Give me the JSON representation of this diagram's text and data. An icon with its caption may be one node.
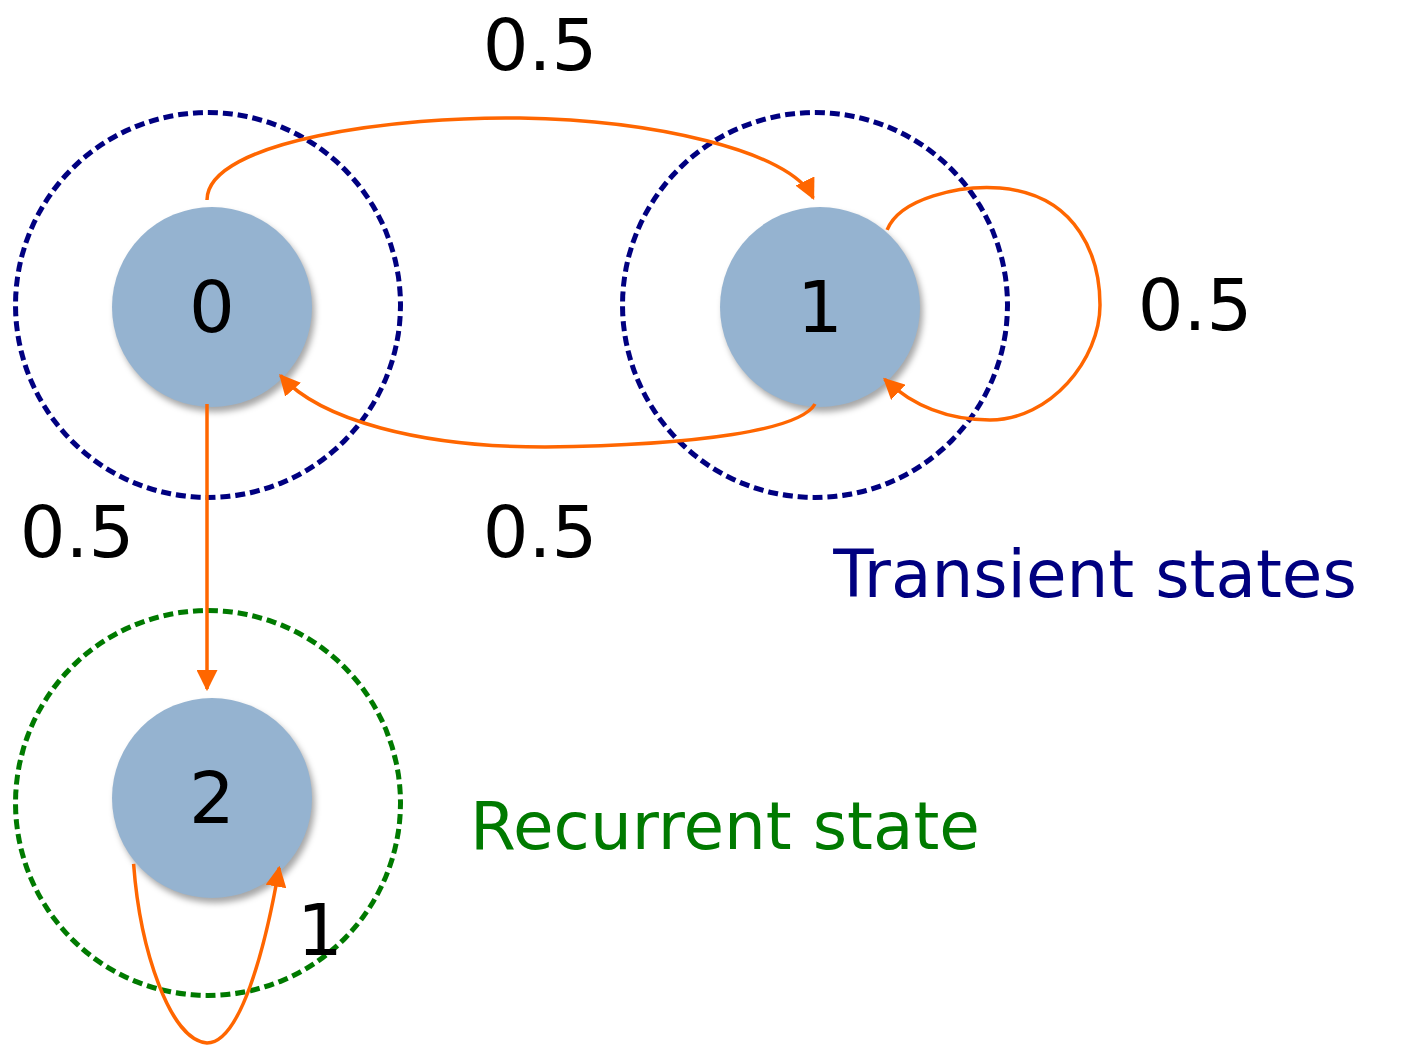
{
  "diagram": {
    "nodes": [
      {
        "text": [],
        "shape": "circle"
      },
      {
        "text": [
          "0"
        ],
        "in": 0
      },
      {
        "text": [],
        "shape": "circle"
      },
      {
        "text": [
          "1"
        ],
        "in": 2
      },
      {
        "text": [],
        "shape": "circle"
      },
      {
        "text": [
          "2"
        ],
        "in": 4
      }
    ],
    "edges": [
      {
        "from": 1,
        "to": 3,
        "arrow": "to",
        "label": "0.5"
      },
      {
        "from": 3,
        "to": 3,
        "arrow": "to",
        "label": "0.5"
      },
      {
        "from": 3,
        "to": 1,
        "arrow": "to",
        "label": "0.5"
      },
      {
        "from": 1,
        "to": 5,
        "arrow": "to",
        "label": "0.5"
      },
      {
        "from": 5,
        "to": 5,
        "arrow": "to",
        "label": "1"
      }
    ],
    "labels": [
      "Transient states",
      "Recurrent state"
    ]
  }
}
